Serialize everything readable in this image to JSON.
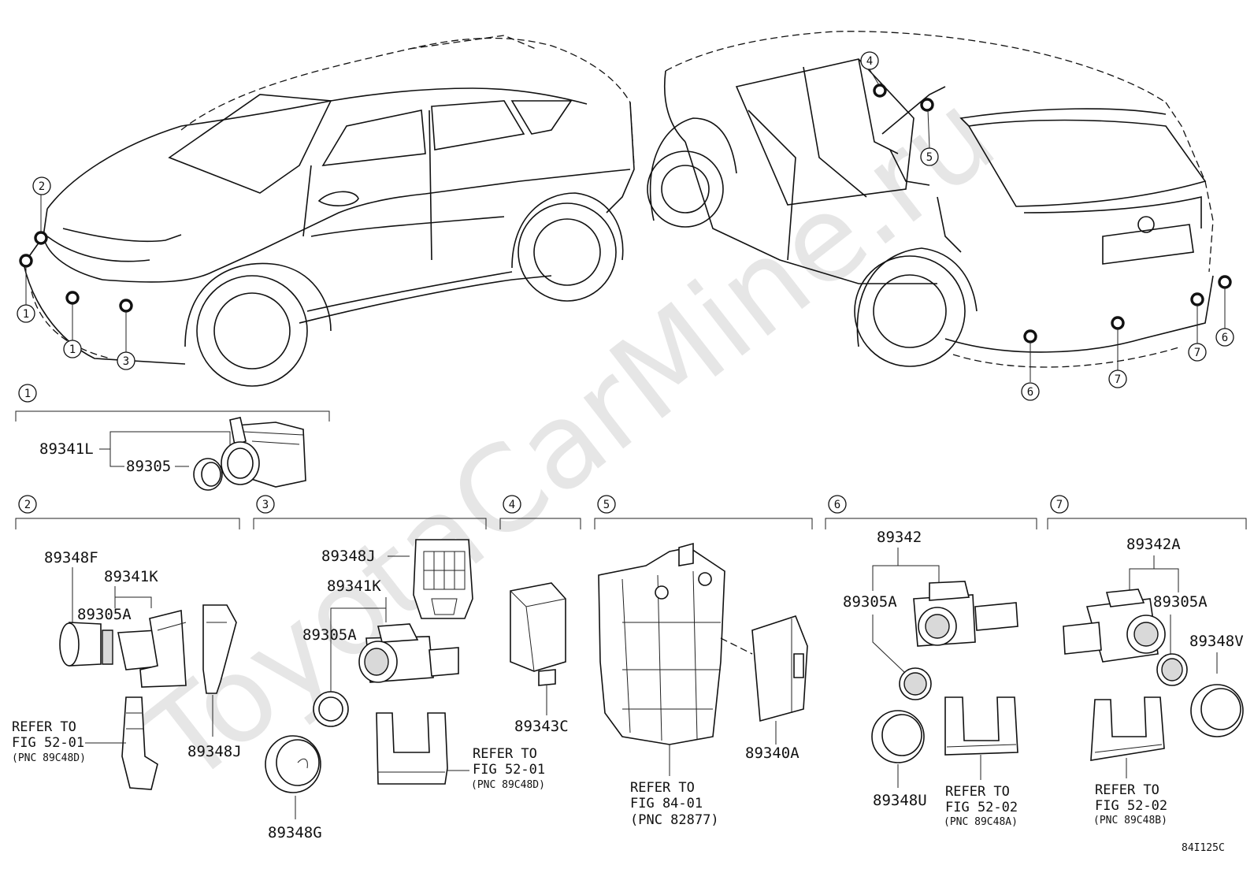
{
  "watermark": "ToyotaCarMine.ru",
  "figure_code": "84I125C",
  "callouts": {
    "c1": "1",
    "c2": "2",
    "c3": "3",
    "c4": "4",
    "c5": "5",
    "c6": "6",
    "c7": "7"
  },
  "group1": {
    "parts": [
      "89341L",
      "89305"
    ]
  },
  "group2": {
    "parts": [
      "89348F",
      "89341K",
      "89305A",
      "89348J"
    ],
    "ref": {
      "line1": "REFER TO",
      "line2": "FIG 52-01",
      "line3": "(PNC 89C48D)"
    }
  },
  "group3": {
    "parts": [
      "89348J",
      "89341K",
      "89305A",
      "89348G"
    ],
    "ref": {
      "line1": "REFER TO",
      "line2": "FIG 52-01",
      "line3": "(PNC 89C48D)"
    }
  },
  "group4": {
    "parts": [
      "89343C"
    ]
  },
  "group5": {
    "parts": [
      "89340A"
    ],
    "ref": {
      "line1": "REFER TO",
      "line2": "FIG 84-01",
      "line3": "(PNC 82877)"
    }
  },
  "group6": {
    "parts": [
      "89342",
      "89305A",
      "89348U"
    ],
    "ref": {
      "line1": "REFER TO",
      "line2": "FIG 52-02",
      "line3": "(PNC 89C48A)"
    }
  },
  "group7": {
    "parts": [
      "89342A",
      "89305A",
      "89348V"
    ],
    "ref": {
      "line1": "REFER TO",
      "line2": "FIG 52-02",
      "line3": "(PNC 89C48B)"
    }
  }
}
